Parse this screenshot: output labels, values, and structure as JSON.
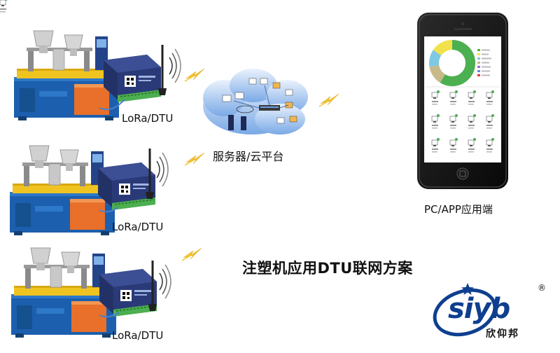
{
  "nodes": {
    "dtu_label_1": "LoRa/DTU",
    "dtu_label_2": "LoRa/DTU",
    "dtu_label_3": "LoRa/DTU",
    "server_label": "服务器/云平台",
    "client_label": "PC/APP应用端"
  },
  "title": "注塑机应用DTU联网方案",
  "logo": {
    "brand": "siyb",
    "chinese_name": "欣仰邦",
    "registered_mark": "®"
  },
  "colors": {
    "machine_blue": "#1c5fae",
    "machine_orange": "#e8702a",
    "dtu_body": "#2a3a78",
    "dtu_green": "#4caf50",
    "signal_yellow": "#f4c430",
    "cloud_blue": "#5a8fd6",
    "brand_blue": "#0e3f8f"
  },
  "icons": [
    "injection-machine",
    "dtu-device",
    "antenna",
    "signal-bolt",
    "cloud-server",
    "smartphone"
  ]
}
